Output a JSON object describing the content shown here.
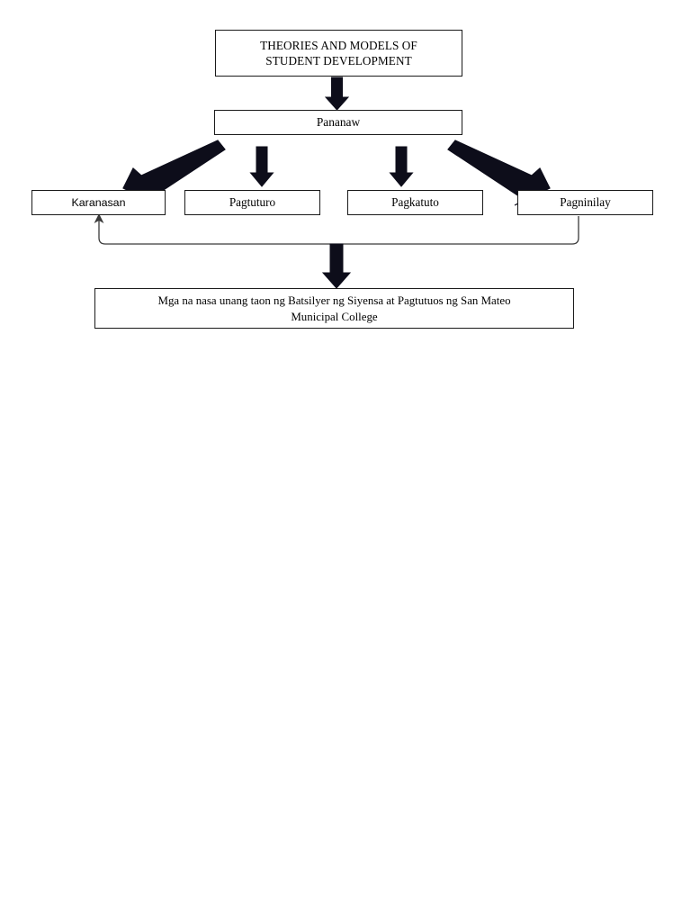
{
  "diagram": {
    "title_text": "THEORIES AND MODELS OF STUDENT DEVELOPMENT",
    "type": "flowchart",
    "accent_color": "#000000",
    "background_color": "#ffffff",
    "border_color": "#1a1a1a",
    "nodes": {
      "root": {
        "label_line1": "THEORIES AND MODELS OF",
        "label_line2": "STUDENT DEVELOPMENT"
      },
      "perspective": {
        "label": "Pananaw"
      },
      "branches": [
        {
          "label": "Karanasan"
        },
        {
          "label": "Pagtuturo"
        },
        {
          "label": "Pagkatuto"
        },
        {
          "label": "Pagninilay"
        }
      ],
      "outcome": {
        "label_line1": "Mga na nasa unang taon ng Batsilyer ng Siyensa at Pagtutuos ng San Mateo",
        "label_line2": "Municipal College"
      }
    },
    "connectors": [
      {
        "name": "root-to-pananaw",
        "style": "block-arrow",
        "direction": "down"
      },
      {
        "name": "pananaw-to-karanasan",
        "style": "block-arrow",
        "direction": "down-left"
      },
      {
        "name": "pananaw-to-pagtuturo",
        "style": "block-arrow",
        "direction": "down"
      },
      {
        "name": "pananaw-to-pagkatuto",
        "style": "block-arrow",
        "direction": "down"
      },
      {
        "name": "pananaw-to-pagninilay",
        "style": "block-arrow",
        "direction": "down-right"
      },
      {
        "name": "pagninilay-feedback-to-karanasan",
        "style": "thin-line-arrow",
        "direction": "up-left"
      },
      {
        "name": "branches-to-outcome",
        "style": "block-arrow",
        "direction": "down"
      }
    ]
  }
}
